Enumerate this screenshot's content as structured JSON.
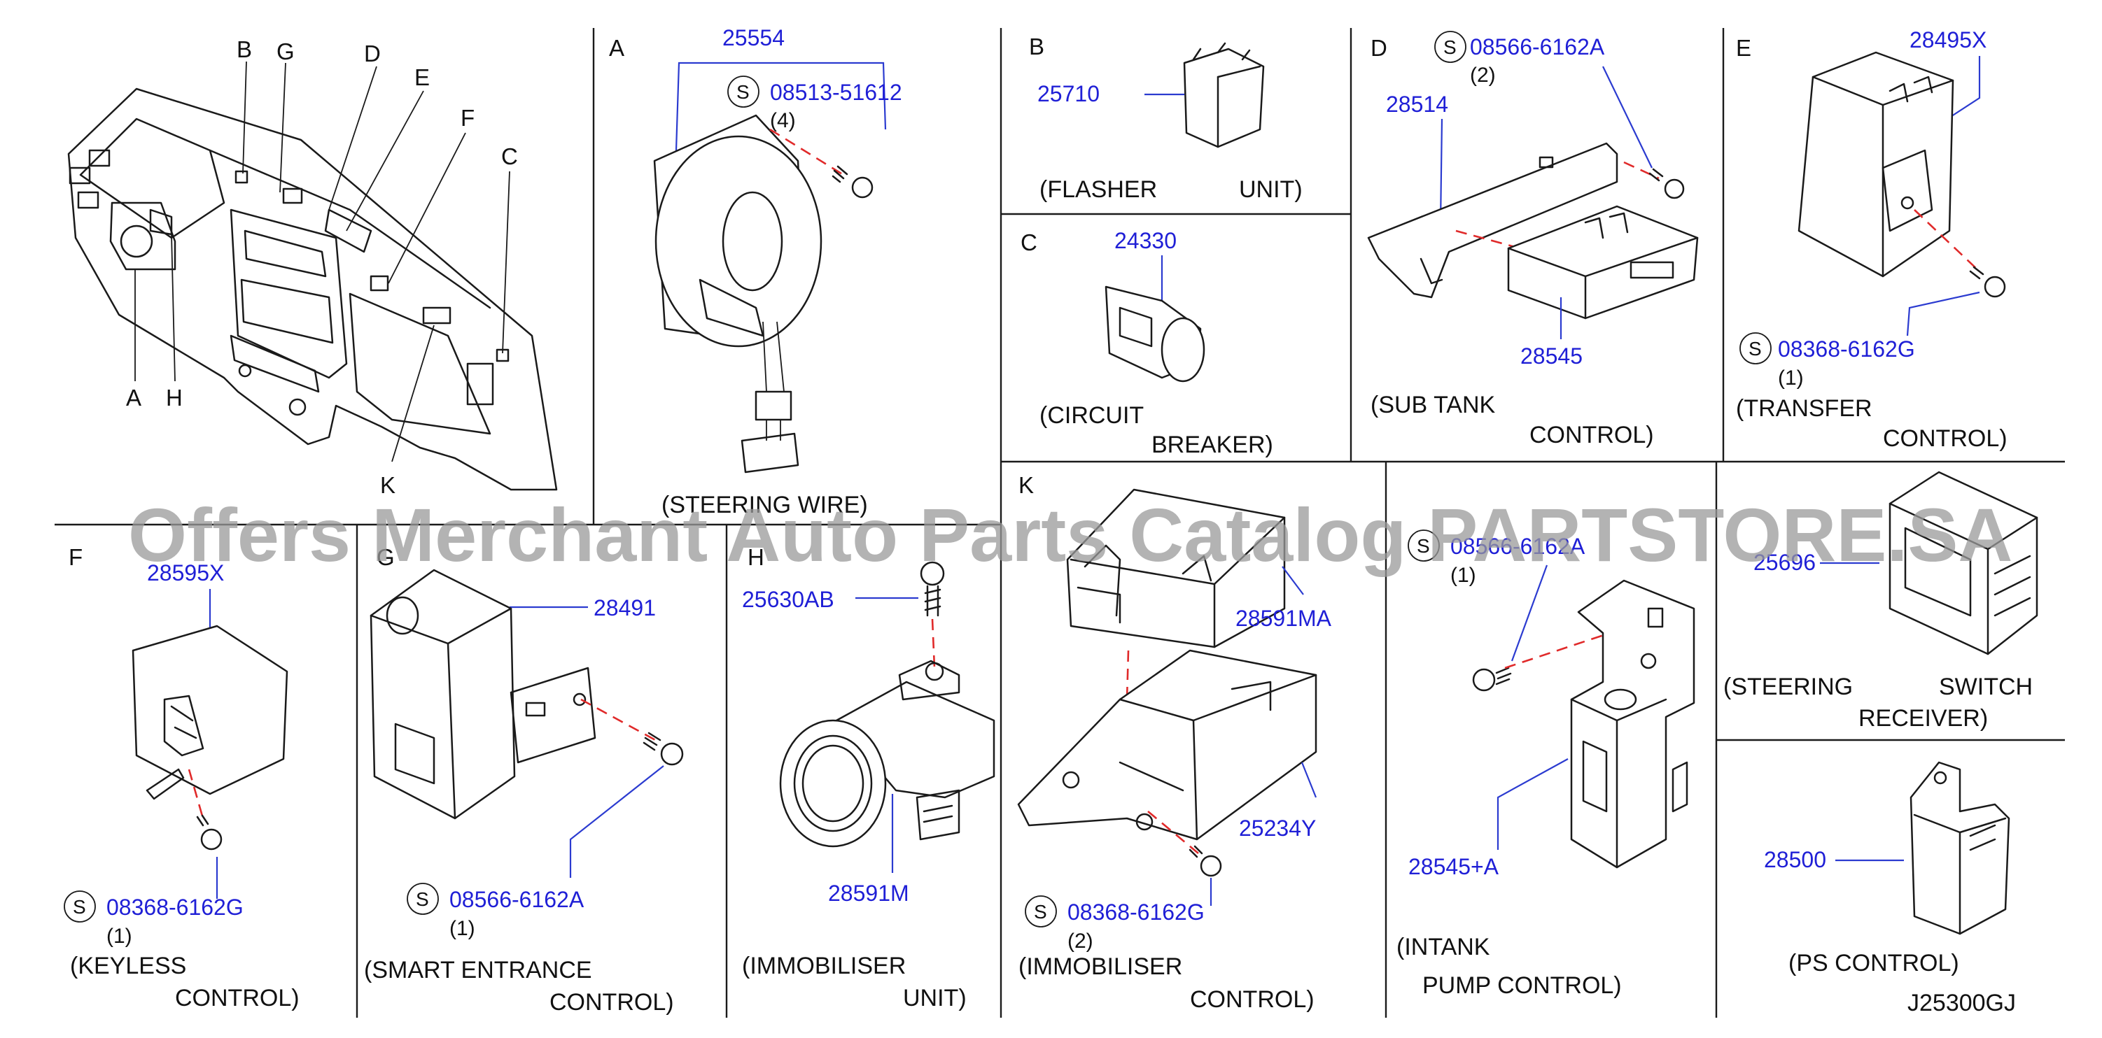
{
  "watermark": "Offers Merchant Auto Parts Catalog PARTSTORE.SA",
  "diagram_code": "J25300GJ",
  "overview": {
    "callouts": {
      "A": "A",
      "B": "B",
      "C": "C",
      "D": "D",
      "E": "E",
      "F": "F",
      "G": "G",
      "H": "H",
      "K": "K"
    }
  },
  "panels": {
    "A": {
      "letter": "A",
      "part_main": "25554",
      "screw_symbol": "S",
      "screw_part": "08513-51612",
      "screw_qty": "(4)",
      "caption1": "(STEERING   WIRE)"
    },
    "B": {
      "letter": "B",
      "part": "25710",
      "caption1": "(FLASHER",
      "caption2": "UNIT)"
    },
    "C": {
      "letter": "C",
      "part": "24330",
      "caption1": "(CIRCUIT",
      "caption2": "BREAKER)"
    },
    "D": {
      "letter": "D",
      "screw_symbol": "S",
      "screw_part": "08566-6162A",
      "screw_qty": "(2)",
      "part_bracket": "28514",
      "part_unit": "28545",
      "caption1": "(SUB   TANK",
      "caption2": "CONTROL)"
    },
    "E": {
      "letter": "E",
      "part": "28495X",
      "screw_symbol": "S",
      "screw_part": "08368-6162G",
      "screw_qty": "(1)",
      "caption1": "(TRANSFER",
      "caption2": "CONTROL)"
    },
    "F": {
      "letter": "F",
      "part": "28595X",
      "screw_symbol": "S",
      "screw_part": "08368-6162G",
      "screw_qty": "(1)",
      "caption1": "(KEYLESS",
      "caption2": "CONTROL)"
    },
    "G": {
      "letter": "G",
      "part": "28491",
      "screw_symbol": "S",
      "screw_part": "08566-6162A",
      "screw_qty": "(1)",
      "caption1": "(SMART   ENTRANCE",
      "caption2": "CONTROL)"
    },
    "H": {
      "letter": "H",
      "part_screw": "25630AB",
      "part_unit": "28591M",
      "caption1": "(IMMOBILISER",
      "caption2": "UNIT)"
    },
    "K": {
      "letter": "K",
      "part_unit": "28591MA",
      "part_bracket": "25234Y",
      "screw_symbol": "S",
      "screw_part": "08368-6162G",
      "screw_qty": "(2)",
      "caption1": "(IMMOBILISER",
      "caption2": "CONTROL)"
    },
    "I": {
      "screw_symbol": "S",
      "screw_part": "08566-6162A",
      "screw_qty": "(1)",
      "part": "28545+A",
      "caption1": "(INTANK",
      "caption2": "PUMP    CONTROL)"
    },
    "SW": {
      "part": "25696",
      "caption1": "(STEERING",
      "caption2": "SWITCH",
      "caption3": "RECEIVER)"
    },
    "PS": {
      "part": "28500",
      "caption1": "(PS   CONTROL)"
    }
  }
}
